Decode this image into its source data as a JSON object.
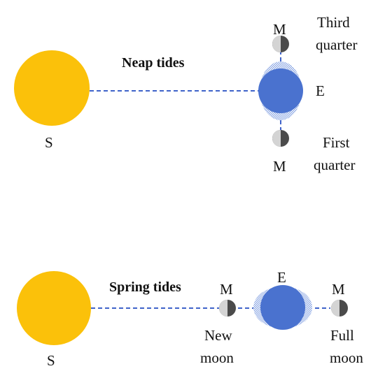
{
  "colors": {
    "sun": "#fbc10a",
    "earth": "#4a72cf",
    "tidal_bulge": "#9fb8ea",
    "line": "#3f63c9",
    "moon_light": "#d4d4d4",
    "moon_dark": "#4b4b4b"
  },
  "neap": {
    "title": "Neap tides",
    "sun_label": "S",
    "earth_label": "E",
    "moon_top_label": "M",
    "moon_top_phase_line1": "Third",
    "moon_top_phase_line2": "quarter",
    "moon_bottom_label": "M",
    "moon_bottom_phase_line1": "First",
    "moon_bottom_phase_line2": "quarter"
  },
  "spring": {
    "title": "Spring tides",
    "sun_label": "S",
    "earth_label": "E",
    "moon_left_label": "M",
    "moon_left_phase_line1": "New",
    "moon_left_phase_line2": "moon",
    "moon_right_label": "M",
    "moon_right_phase_line1": "Full",
    "moon_right_phase_line2": "moon"
  }
}
